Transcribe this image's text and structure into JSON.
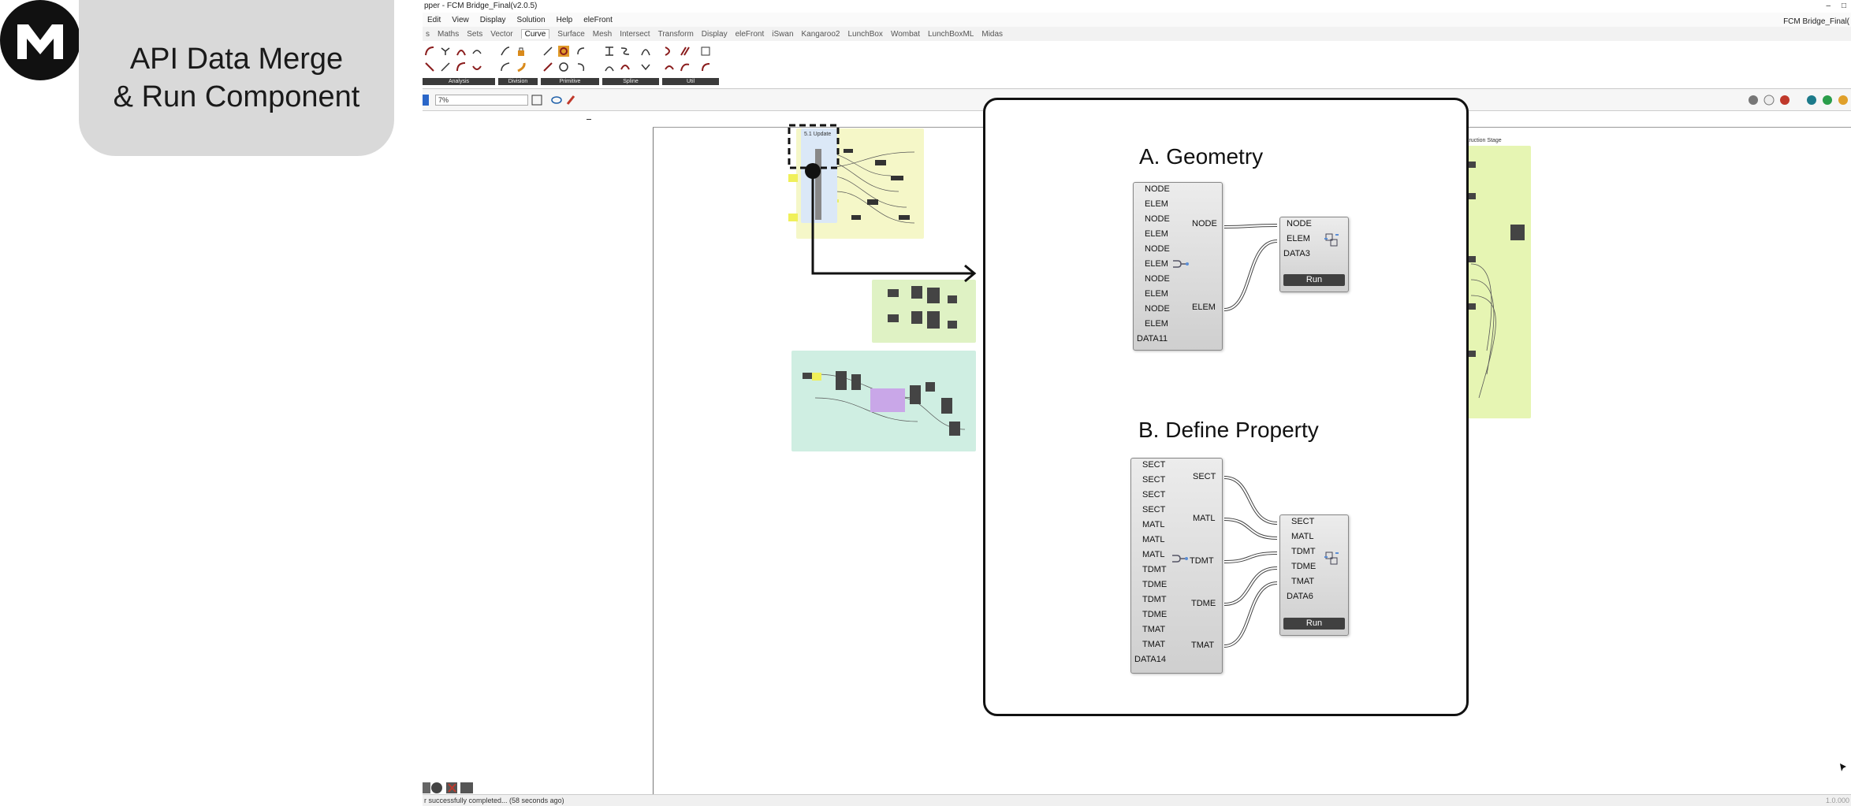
{
  "title_card": {
    "line1": "API Data Merge",
    "line2": "& Run Component"
  },
  "window": {
    "title": "pper - FCM Bridge_Final(v2.0.5)",
    "right_title": "FCM Bridge_Final("
  },
  "menu": [
    "Edit",
    "View",
    "Display",
    "Solution",
    "Help",
    "eleFront"
  ],
  "tabs": [
    "s",
    "Maths",
    "Sets",
    "Vector",
    "Curve",
    "Surface",
    "Mesh",
    "Intersect",
    "Transform",
    "Display",
    "eleFront",
    "iSwan",
    "Kangaroo2",
    "LunchBox",
    "Wombat",
    "LunchBoxML",
    "Midas"
  ],
  "active_tab": "Curve",
  "ribbon_groups": [
    "Analysis",
    "Division",
    "Primitive",
    "Spline",
    "Util"
  ],
  "zoom": "7%",
  "status": "r successfully completed... (58 seconds ago)",
  "status_right": "1.0.000",
  "canvas_groups": {
    "top_label": "5.1 Update",
    "right_label": "struction Stage"
  },
  "sections": {
    "geometry": {
      "title": "A. Geometry",
      "merge_inputs": [
        "NODE",
        "ELEM",
        "NODE",
        "ELEM",
        "NODE",
        "ELEM",
        "NODE",
        "ELEM",
        "NODE",
        "ELEM",
        "DATA11"
      ],
      "merge_outputs": [
        "NODE",
        "ELEM"
      ],
      "run_inputs": [
        "NODE",
        "ELEM",
        "DATA3"
      ],
      "run_label": "Run"
    },
    "property": {
      "title": "B. Define Property",
      "merge_inputs": [
        "SECT",
        "SECT",
        "SECT",
        "SECT",
        "MATL",
        "MATL",
        "MATL",
        "TDMT",
        "TDME",
        "TDMT",
        "TDME",
        "TMAT",
        "TMAT",
        "DATA14"
      ],
      "merge_outputs": [
        "SECT",
        "MATL",
        "TDMT",
        "TDME",
        "TMAT"
      ],
      "run_inputs": [
        "SECT",
        "MATL",
        "TDMT",
        "TDME",
        "TMAT",
        "DATA6"
      ],
      "run_label": "Run"
    }
  },
  "colors": {
    "accent_frame": "#111111",
    "group_yellow": "#f5f7c8",
    "group_green": "#dff2c4",
    "group_teal": "#cfeee2",
    "group_lime": "#e6f5b3"
  }
}
